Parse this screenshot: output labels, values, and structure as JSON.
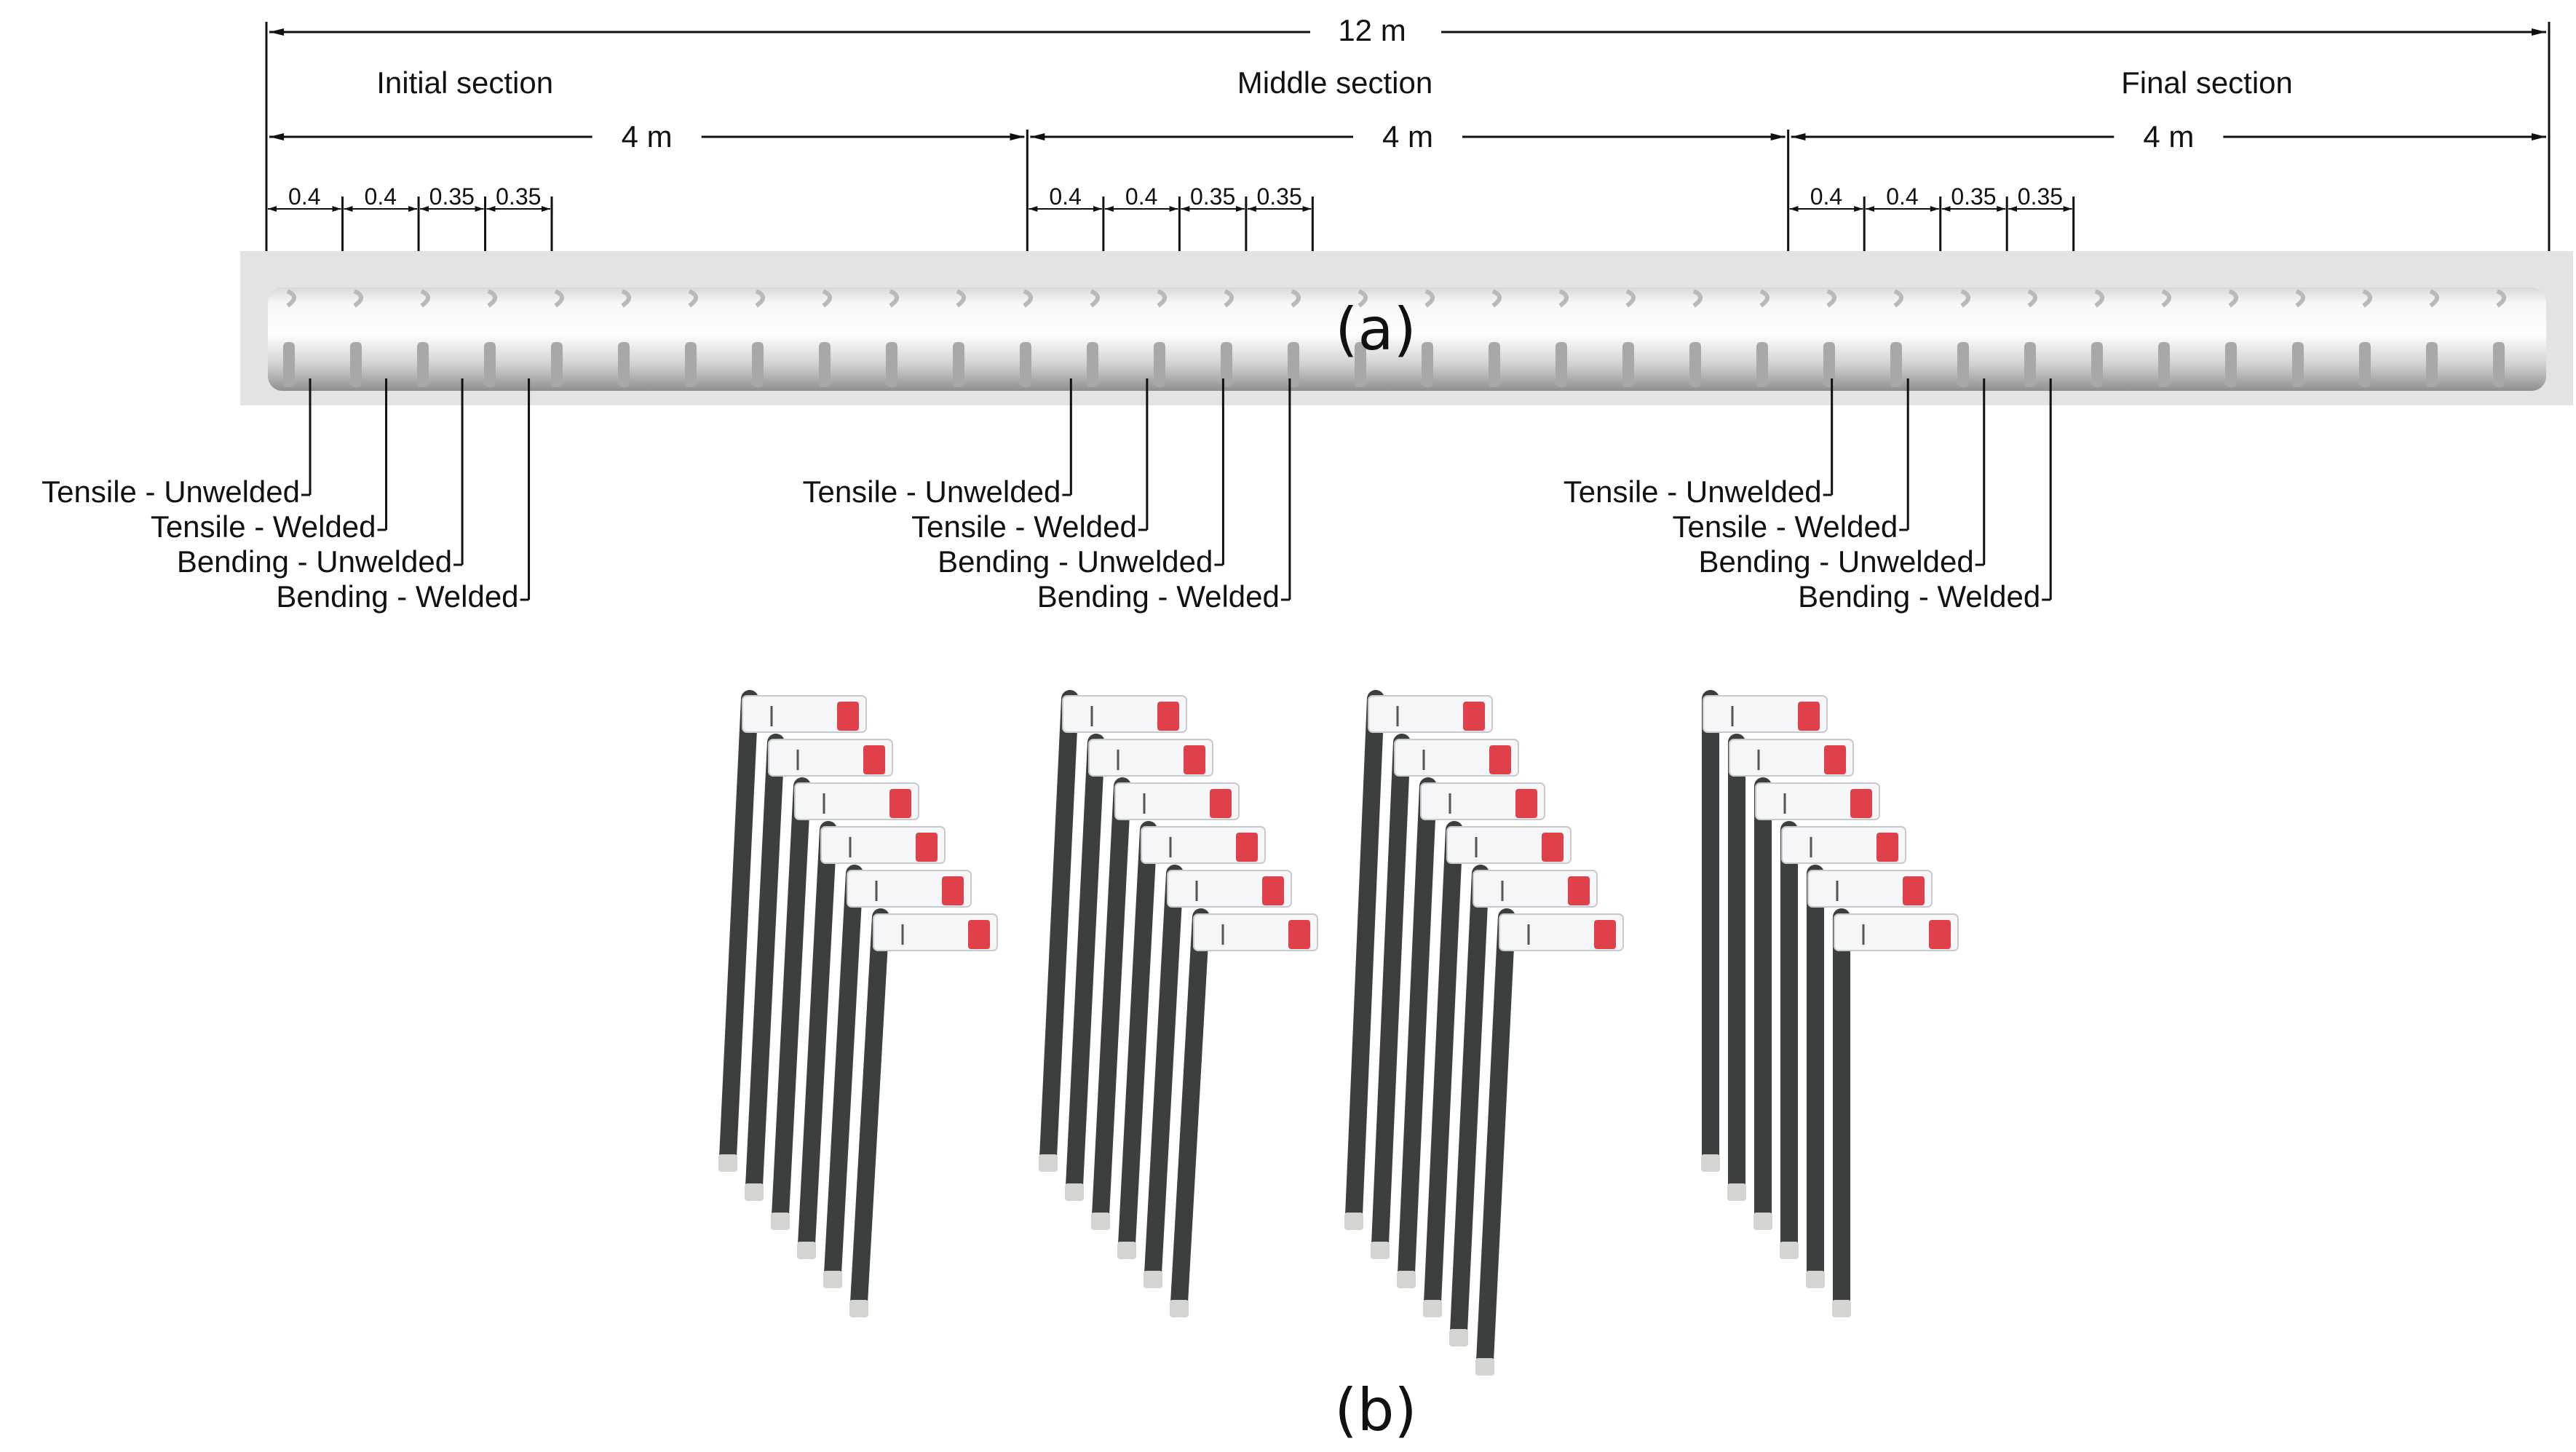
{
  "panel_a": {
    "label": "(a)",
    "total_length": {
      "text": "12 m",
      "value_m": 12
    },
    "sections": [
      {
        "name": "Initial section",
        "length_text": "4 m",
        "length_m": 4,
        "subspacings": [
          "0.4",
          "0.4",
          "0.35",
          "0.35"
        ],
        "callouts": [
          "Tensile - Unwelded",
          "Tensile - Welded",
          "Bending - Unwelded",
          "Bending - Welded"
        ]
      },
      {
        "name": "Middle section",
        "length_text": "4 m",
        "length_m": 4,
        "subspacings": [
          "0.4",
          "0.4",
          "0.35",
          "0.35"
        ],
        "callouts": [
          "Tensile - Unwelded",
          "Tensile - Welded",
          "Bending - Unwelded",
          "Bending - Welded"
        ]
      },
      {
        "name": "Final section",
        "length_text": "4 m",
        "length_m": 4,
        "subspacings": [
          "0.4",
          "0.4",
          "0.35",
          "0.35"
        ],
        "callouts": [
          "Tensile - Unwelded",
          "Tensile - Welded",
          "Bending - Unwelded",
          "Bending - Welded"
        ]
      }
    ]
  },
  "panel_b": {
    "label": "(b)",
    "groups": [
      {
        "specimen_count": 6
      },
      {
        "specimen_count": 6
      },
      {
        "specimen_count": 6
      },
      {
        "specimen_count": 6
      }
    ]
  },
  "colors": {
    "line": "#111111",
    "bar_light": "#f4f4f4",
    "bar_dark": "#9a9a9a",
    "bar_background": "#e3e3e3",
    "specimen_bar": "#3b3f3d",
    "tag_fill": "#f5f6f8",
    "tag_marker": "#e0404a"
  }
}
